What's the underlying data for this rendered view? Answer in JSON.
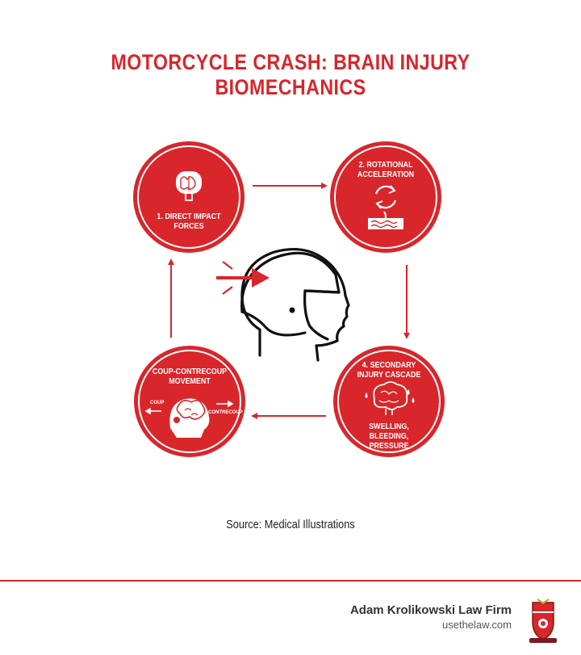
{
  "title": "MOTORCYCLE CRASH: BRAIN INJURY BIOMECHANICS",
  "nodes": {
    "direct_impact": {
      "label": "1. DIRECT IMPACT FORCES",
      "icon": "brain-icon"
    },
    "rotational": {
      "label": "2. ROTATIONAL ACCELERATION",
      "icon": "rotation-icon"
    },
    "coup": {
      "label": "COUP-CONTRECOUP MOVEMENT",
      "icon": "head-brain-icon",
      "left_label": "COUP",
      "right_label": "CONTRECOUP"
    },
    "secondary": {
      "label": "4. SECONDARY INJURY CASCADE",
      "icon": "brain-drops-icon",
      "sublabel": "SWELLING, BLEEDING, PRESSURE"
    }
  },
  "center_icon": "helmet-head-icon",
  "source": "Source: Medical Illustrations",
  "footer": {
    "firm_name": "Adam Krolikowski Law Firm",
    "url": "usethelaw.com",
    "crest_icon": "crest-icon"
  },
  "colors": {
    "accent": "#d8262b",
    "text": "#222222"
  }
}
